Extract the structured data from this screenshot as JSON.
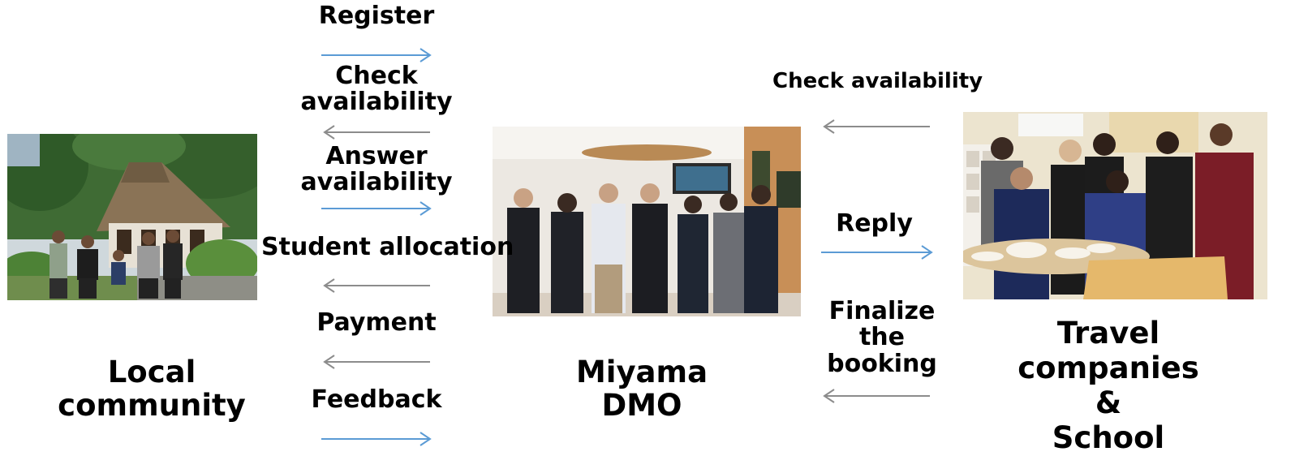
{
  "entities": {
    "local_community": "Local\ncommunity",
    "miyama_dmo": "Miyama\nDMO",
    "travel_companies": "Travel companies\n&\nSchool"
  },
  "left_flows": {
    "register": "Register",
    "check_availability": "Check\navailability",
    "answer_availability": "Answer\navailability",
    "student_allocation": "Student allocation",
    "payment": "Payment",
    "feedback": "Feedback"
  },
  "right_flows": {
    "check_availability": "Check availability",
    "reply": "Reply",
    "finalize_booking": "Finalize the\nbooking"
  },
  "colors": {
    "arrow_right": "#5b9bd5",
    "arrow_left": "#8c8c8c",
    "text": "#000000"
  }
}
